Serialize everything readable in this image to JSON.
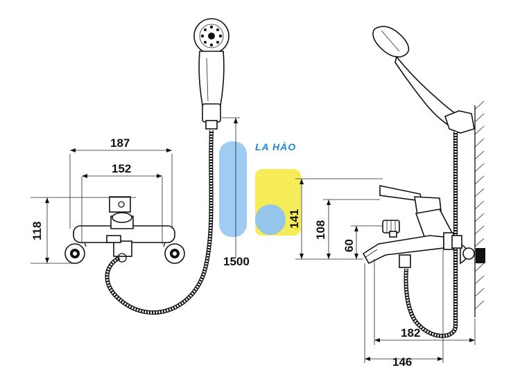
{
  "watermark": {
    "brand_text": "LA HÀO"
  },
  "front_view": {
    "dimensions": {
      "overall_width": "187",
      "center_distance": "152",
      "height": "118",
      "hose_length": "1500"
    }
  },
  "side_view": {
    "dimensions": {
      "lever_height": "141",
      "body_height": "108",
      "spout_height": "60",
      "projection_total": "182",
      "spout_projection": "146"
    }
  },
  "colors": {
    "line": "#111111",
    "logo_blue": "#2d8fe0",
    "logo_light_blue": "#8fc3f2",
    "logo_yellow": "#f5e93a"
  }
}
